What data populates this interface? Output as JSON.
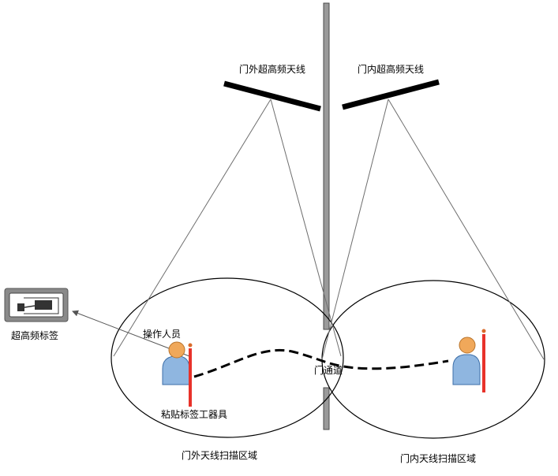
{
  "labels": {
    "outer_antenna": "门外超高频天线",
    "inner_antenna": "门内超高频天线",
    "uhf_tag": "超高频标签",
    "operator": "操作人员",
    "tag_tool": "粘贴标签工器具",
    "door_passage": "门通道",
    "outer_scan_area": "门外天线扫描区域",
    "inner_scan_area": "门内天线扫描区域"
  },
  "colors": {
    "line": "#6e6e6e",
    "antenna": "#000000",
    "path": "#000000",
    "tool": "#e8322a",
    "person_body": "#8fb6e0",
    "person_head": "#f0a85a"
  }
}
